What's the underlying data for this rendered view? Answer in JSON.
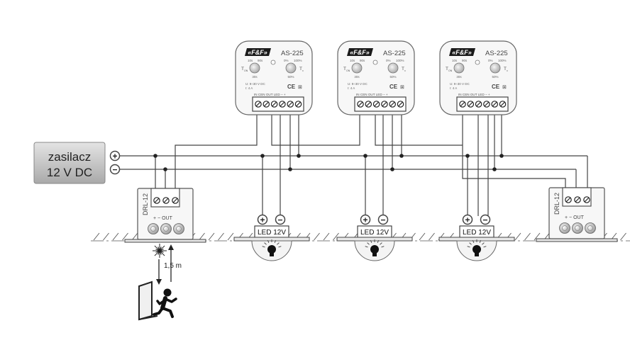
{
  "power_supply": {
    "line1": "zasilacz",
    "line2": "12 V DC"
  },
  "terminal_plus": "+",
  "terminal_minus": "−",
  "modules": [
    {
      "brand": "F&F",
      "model": "AS-225",
      "knob_left": {
        "label": "T",
        "sub": "ON",
        "min": "10s",
        "max": "90s",
        "bottom": "30s"
      },
      "knob_right": {
        "label": "T",
        "sub": "x",
        "min": "0%",
        "max": "100%",
        "bottom": "50%"
      },
      "spec1": "U: 9÷30 V DC",
      "spec2": "I: 4 A",
      "terminals": "IN CEN OUT LED − +"
    },
    {
      "brand": "F&F",
      "model": "AS-225",
      "knob_left": {
        "label": "T",
        "sub": "ON",
        "min": "10s",
        "max": "90s",
        "bottom": "30s"
      },
      "knob_right": {
        "label": "T",
        "sub": "x",
        "min": "0%",
        "max": "100%",
        "bottom": "50%"
      },
      "spec1": "U: 9÷30 V DC",
      "spec2": "I: 4 A",
      "terminals": "IN CEN OUT LED − +"
    },
    {
      "brand": "F&F",
      "model": "AS-225",
      "knob_left": {
        "label": "T",
        "sub": "ON",
        "min": "10s",
        "max": "90s",
        "bottom": "30s"
      },
      "knob_right": {
        "label": "T",
        "sub": "x",
        "min": "0%",
        "max": "100%",
        "bottom": "50%"
      },
      "spec1": "U: 9÷30 V DC",
      "spec2": "I: 4 A",
      "terminals": "IN CEN OUT LED − +"
    }
  ],
  "sensors": [
    {
      "model": "DRL-12",
      "terminals": "+  −  OUT"
    },
    {
      "model": "DRL-12",
      "terminals": "+  −  OUT"
    }
  ],
  "lamps": [
    {
      "label": "LED 12V"
    },
    {
      "label": "LED 12V"
    },
    {
      "label": "LED 12V"
    }
  ],
  "distance_label": "1,5 m",
  "icons": [
    "person-walking-icon",
    "door-icon",
    "motion-burst-icon",
    "bulb-icon",
    "ce-mark-icon",
    "weee-bin-icon"
  ],
  "colors": {
    "wire": "#444444",
    "device_fill": "#f7f7f7",
    "device_stroke": "#666666",
    "knob": "#cfcfcf",
    "dark": "#1a1a1a",
    "supply_top": "#e0e0e0",
    "supply_bottom": "#b0b0b0"
  }
}
